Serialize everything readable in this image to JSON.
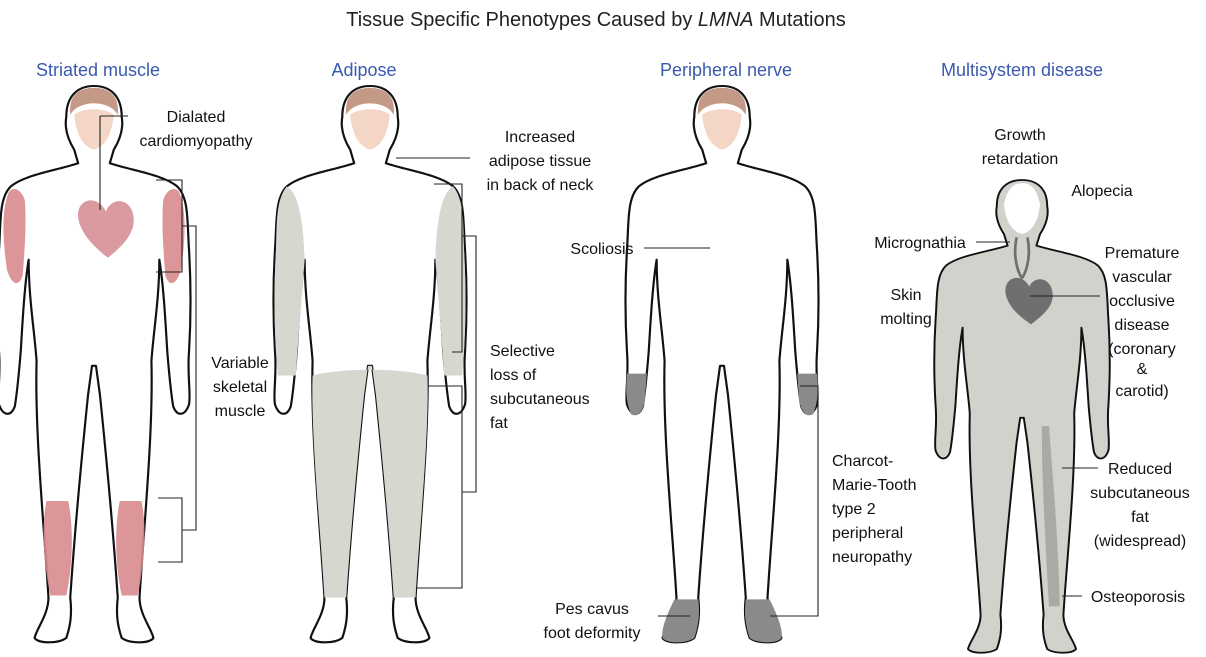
{
  "title": {
    "before": "Tissue Specific Phenotypes Caused by ",
    "italic": "LMNA",
    "after": " Mutations"
  },
  "panels": {
    "striated": "Striated muscle",
    "adipose": "Adipose",
    "nerve": "Peripheral nerve",
    "multisystem": "Multisystem disease"
  },
  "labels": {
    "striated": {
      "dcm_1": "Dialated",
      "dcm_2": "cardiomyopathy",
      "skel_1": "Variable",
      "skel_2": "skeletal",
      "skel_3": "muscle"
    },
    "adipose": {
      "neck_1": "Increased",
      "neck_2": "adipose tissue",
      "neck_3": "in back of neck",
      "loss_1": "Selective",
      "loss_2": "loss of",
      "loss_3": "subcutaneous",
      "loss_4": "fat"
    },
    "nerve": {
      "scoliosis": "Scoliosis",
      "cmt_1": "Charcot-",
      "cmt_2": "Marie-Tooth",
      "cmt_3": "type 2",
      "cmt_4": "peripheral",
      "cmt_5": "neuropathy",
      "pes_1": "Pes cavus",
      "pes_2": "foot deformity"
    },
    "multisystem": {
      "growth_1": "Growth",
      "growth_2": "retardation",
      "alopecia": "Alopecia",
      "micrognathia": "Micrognathia",
      "skin_1": "Skin",
      "skin_2": "molting",
      "vasc_1": "Premature",
      "vasc_2": "vascular",
      "vasc_3": "occlusive",
      "vasc_4": "disease",
      "vasc_5": "(coronary",
      "vasc_6": "&",
      "vasc_7": "carotid)",
      "fat_1": "Reduced",
      "fat_2": "subcutaneous",
      "fat_3": "fat",
      "fat_4": "(widespread)",
      "osteo": "Osteoporosis"
    }
  },
  "colors": {
    "panel_title": "#3a5ab0",
    "hair": "#c49a86",
    "face": "#f4d6c6",
    "muscle": "#d88a8e",
    "heart": "#d99aa0",
    "adipose_gray": "#d7d7d0",
    "nerve_gray": "#8a8a8a",
    "skin_gray": "#d2d2cc",
    "organ_gray": "#6f6f6f"
  }
}
